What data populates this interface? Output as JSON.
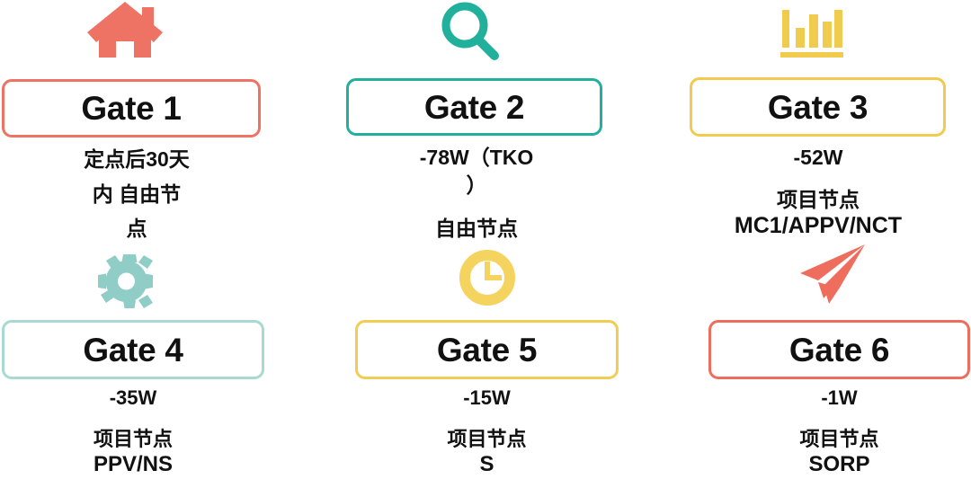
{
  "diagram": {
    "type": "gate-milestone-grid",
    "columns": 3,
    "rows": 2,
    "background_color": "#ffffff",
    "text_color": "#111111"
  },
  "gates": [
    {
      "id": "gate-1",
      "title": "Gate 1",
      "icon": "house-icon",
      "accent_color": "#ef7365",
      "caption_lines": [
        "定点后30天",
        "内 自由节",
        "点"
      ],
      "timing": "定点后30天内",
      "node_type": "自由节点",
      "node_code": ""
    },
    {
      "id": "gate-2",
      "title": "Gate 2",
      "icon": "magnifier-icon",
      "accent_color": "#21b09b",
      "caption_lines": [
        "-78W（TKO",
        "）",
        "自由节点"
      ],
      "timing": "-78W（TKO）",
      "node_type": "自由节点",
      "node_code": ""
    },
    {
      "id": "gate-3",
      "title": "Gate 3",
      "icon": "bar-chart-icon",
      "accent_color": "#f0cb4e",
      "caption_lines": [
        "-52W",
        "项目节点",
        "MC1/APPV/NCT"
      ],
      "timing": "-52W",
      "node_type": "项目节点",
      "node_code": "MC1/APPV/NCT"
    },
    {
      "id": "gate-4",
      "title": "Gate 4",
      "icon": "gear-icon",
      "accent_color": "#a9d9d1",
      "caption_lines": [
        "-35W",
        "项目节点",
        "PPV/NS"
      ],
      "timing": "-35W",
      "node_type": "项目节点",
      "node_code": "PPV/NS"
    },
    {
      "id": "gate-5",
      "title": "Gate 5",
      "icon": "clock-icon",
      "accent_color": "#f2cd54",
      "caption_lines": [
        "-15W",
        "项目节点",
        "S"
      ],
      "timing": "-15W",
      "node_type": "项目节点",
      "node_code": "S"
    },
    {
      "id": "gate-6",
      "title": "Gate 6",
      "icon": "paper-plane-icon",
      "accent_color": "#ef6d5d",
      "caption_lines": [
        "-1W",
        "项目节点",
        "SORP"
      ],
      "timing": "-1W",
      "node_type": "项目节点",
      "node_code": "SORP"
    }
  ],
  "icon_colors": {
    "house-icon": "#ef7365",
    "magnifier-icon": "#21b09b",
    "bar-chart-icon": "#f0cb4e",
    "gear-icon": "#8fcdc6",
    "clock-icon": "#f4d35e",
    "paper-plane-icon": "#ef6d5d"
  }
}
